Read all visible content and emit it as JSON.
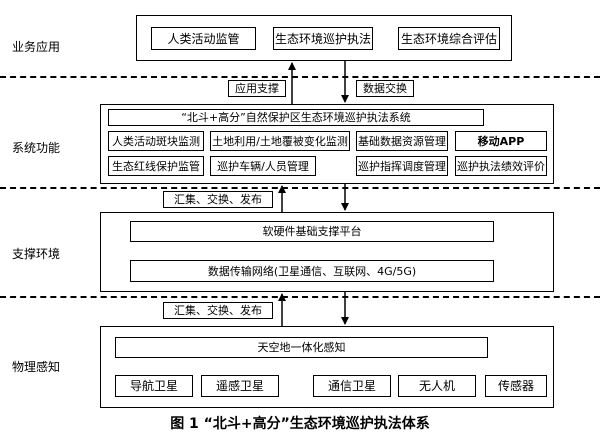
{
  "layers": {
    "business": {
      "label": "业务应用",
      "items": [
        "人类活动监管",
        "生态环境巡护执法",
        "生态环境综合评估"
      ]
    },
    "system": {
      "label": "系统功能",
      "title": "“北斗+高分”自然保护区生态环境巡护执法系统",
      "row1": [
        "人类活动斑块监测",
        "土地利用/土地覆被变化监测",
        "基础数据资源管理",
        "移动APP"
      ],
      "row2": [
        "生态红线保护监管",
        "巡护车辆/人员管理",
        "巡护指挥调度管理",
        "巡护执法绩效评价"
      ]
    },
    "support": {
      "label": "支撑环境",
      "platform": "软硬件基础支撑平台",
      "network": "数据传输网络(卫星通信、互联网、4G/5G)"
    },
    "physical": {
      "label": "物理感知",
      "integration": "天空地一体化感知",
      "sensors": [
        "导航卫星",
        "遥感卫星",
        "通信卫星",
        "无人机",
        "传感器"
      ]
    }
  },
  "connectors": {
    "app_support": "应用支撑",
    "data_exchange": "数据交换",
    "collect1": "汇集、交换、发布",
    "collect2": "汇集、交换、发布"
  },
  "caption": "图 1 “北斗+高分”生态环境巡护执法体系"
}
